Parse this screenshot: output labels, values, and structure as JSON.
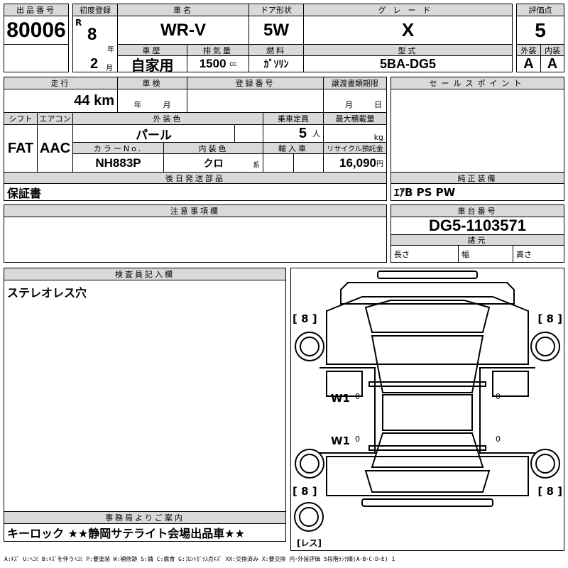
{
  "lot": {
    "label": "出品番号",
    "value": "80006"
  },
  "first_reg": {
    "label": "初度登録",
    "era": "R",
    "year": "8",
    "year_unit": "年",
    "month": "2",
    "month_unit": "月"
  },
  "car_name": {
    "label": "車名",
    "value": "WR-V"
  },
  "door": {
    "label": "ドア形状",
    "value": "5W"
  },
  "grade": {
    "label": "グレード",
    "value": "X"
  },
  "score": {
    "label": "評価点",
    "value": "5",
    "ext_label": "外装",
    "int_label": "内装",
    "ext": "A",
    "int": "A"
  },
  "history": {
    "label": "車歴",
    "value": "自家用"
  },
  "displacement": {
    "label": "排気量",
    "value": "1500",
    "unit": "cc"
  },
  "fuel": {
    "label": "燃料",
    "value": "ｶﾞｿﾘﾝ"
  },
  "model": {
    "label": "型式",
    "value": "5BA-DG5"
  },
  "mileage": {
    "label": "走行",
    "value": "44 km"
  },
  "inspection": {
    "label": "車検",
    "year_unit": "年",
    "month_unit": "月"
  },
  "reg_number": {
    "label": "登録番号"
  },
  "transfer": {
    "label": "譲渡書類期限",
    "month_unit": "月",
    "day_unit": "日"
  },
  "shift": {
    "label": "シフト",
    "value": "FAT"
  },
  "aircon": {
    "label": "エアコン",
    "value": "AAC"
  },
  "ext_color": {
    "label": "外装色",
    "value": "パール"
  },
  "capacity": {
    "label": "乗車定員",
    "value": "5",
    "unit": "人"
  },
  "max_load": {
    "label": "最大積載量",
    "unit": "kg"
  },
  "color_no": {
    "label": "カラーNo.",
    "value": "NH883P"
  },
  "int_color": {
    "label": "内装色",
    "value": "クロ",
    "unit": "系"
  },
  "import": {
    "label": "輸入車"
  },
  "recycle": {
    "label": "リサイクル預託金",
    "value": "16,090",
    "unit": "円"
  },
  "later_parts": {
    "label": "後日発送部品",
    "value": "保証書"
  },
  "sales_point": {
    "label": "セールスポイント"
  },
  "equipment": {
    "label": "純正装備",
    "value": "ｴｱB PS PW"
  },
  "notes": {
    "label": "注意事項欄"
  },
  "chassis": {
    "label": "車台番号",
    "value": "DG5-1103571"
  },
  "specs": {
    "label": "諸元",
    "length": "長さ",
    "width": "幅",
    "height": "高さ"
  },
  "inspector": {
    "label": "検査員記入欄",
    "value": "ステレオレス穴"
  },
  "office": {
    "label": "事務局よりご案内",
    "value": "キーロック ★★静岡サテライト会場出品車★★"
  },
  "diagram": {
    "tire_fl": "[ 8 ]",
    "tire_fr": "[ 8 ]",
    "tire_rl": "[ 8 ]",
    "tire_rr": "[ 8 ]",
    "mark1": "W1",
    "mark1_sub": "0",
    "mark2": "W1",
    "mark2_sub": "0",
    "mark_r1": "0",
    "mark_r2": "0",
    "spare": "[レス]"
  },
  "legend": "A:ｷｽﾞ U:ﾍｺﾐ B:ｷｽﾞを伴うﾍｺﾐ P:要塗装 W:補修跡 S:錆 C:腐食 G:ﾌﾛﾝﾄｶﾞﾗｽ点ｷｽﾞ XX:交換済み X:要交換 内･外装評価 5段階ﾗﾝｸ順(A･B･C･D･E) 1"
}
